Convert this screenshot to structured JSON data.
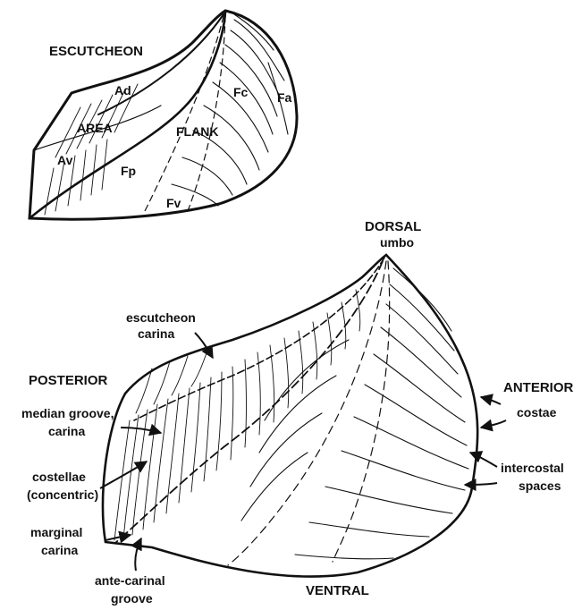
{
  "top_view": {
    "escutcheon": "ESCUTCHEON",
    "ad": "Ad",
    "area": "AREA",
    "av": "Av",
    "fp": "Fp",
    "flank": "FLANK",
    "fv": "Fv",
    "fc": "Fc",
    "fa": "Fa"
  },
  "bottom_view": {
    "dorsal": "DORSAL",
    "umbo": "umbo",
    "escutcheon_carina_1": "escutcheon",
    "escutcheon_carina_2": "carina",
    "posterior": "POSTERIOR",
    "anterior": "ANTERIOR",
    "median_groove_1": "median groove,",
    "median_groove_2": "carina",
    "costae": "costae",
    "costellae_1": "costellae",
    "costellae_2": "(concentric)",
    "intercostal_1": "intercostal",
    "intercostal_2": "spaces",
    "marginal_carina_1": "marginal",
    "marginal_carina_2": "carina",
    "ante_carinal_1": "ante-carinal",
    "ante_carinal_2": "groove",
    "ventral": "VENTRAL"
  }
}
